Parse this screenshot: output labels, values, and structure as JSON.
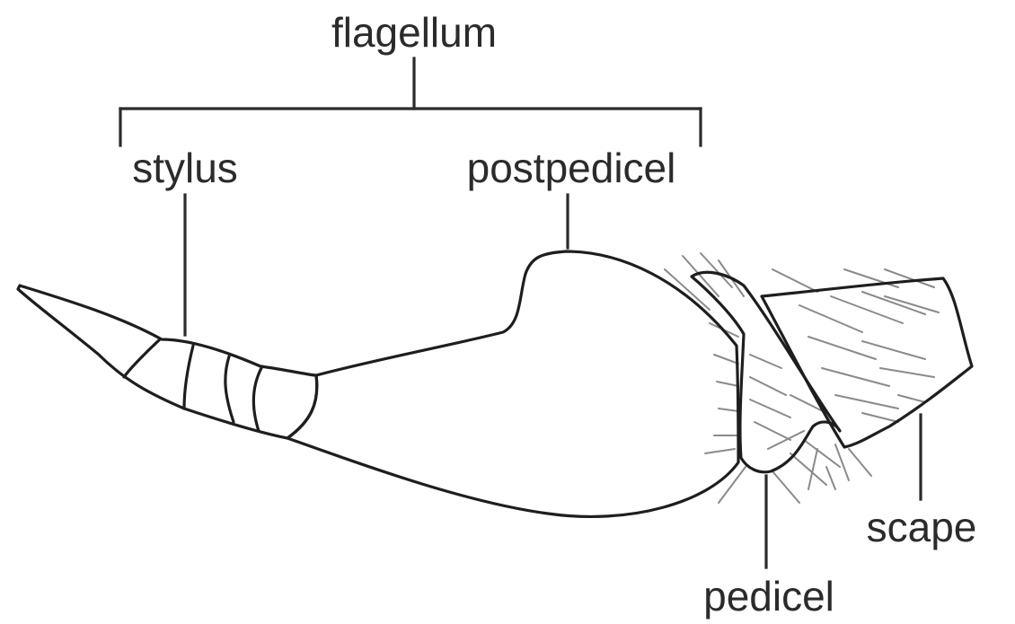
{
  "labels": {
    "flagellum": "flagellum",
    "stylus": "stylus",
    "postpedicel": "postpedicel",
    "pedicel": "pedicel",
    "scape": "scape"
  },
  "colors": {
    "outline": "#1e1e1e",
    "text": "#2b2b2b",
    "setae": "#8a8a8a",
    "background": "#ffffff"
  }
}
